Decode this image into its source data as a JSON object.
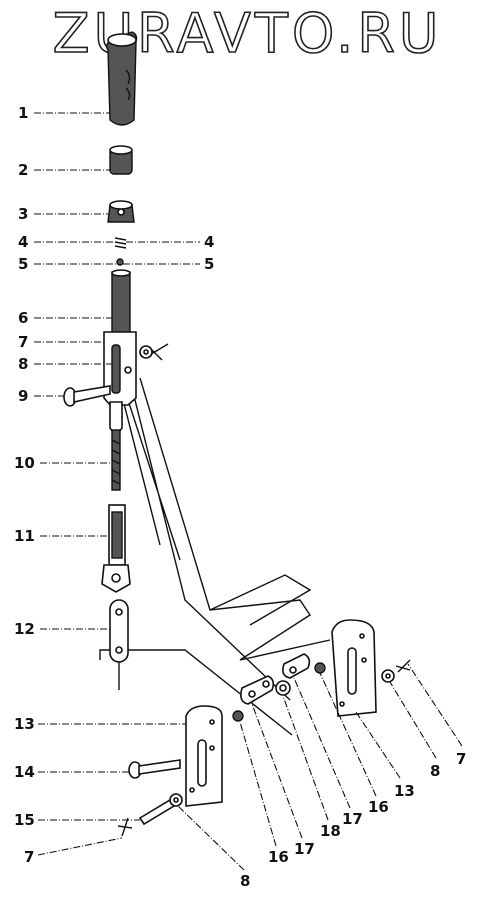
{
  "watermark": "ZURAVTO.RU",
  "labels": {
    "l1": "1",
    "l2": "2",
    "l3": "3",
    "l4a": "4",
    "l4b": "4",
    "l5a": "5",
    "l5b": "5",
    "l6": "6",
    "l7a": "7",
    "l8a": "8",
    "l9": "9",
    "l10": "10",
    "l11": "11",
    "l12": "12",
    "l13a": "13",
    "l14": "14",
    "l15": "15",
    "l7b": "7",
    "l8b": "8",
    "l16a": "16",
    "l17a": "17",
    "l18": "18",
    "l17b": "17",
    "l16b": "16",
    "l13b": "13",
    "l8c": "8",
    "l7c": "7"
  }
}
